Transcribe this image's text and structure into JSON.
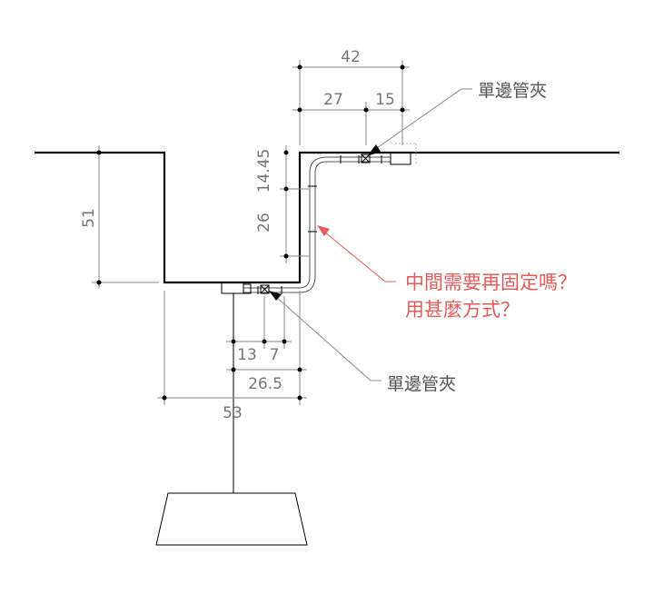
{
  "dimensions": {
    "top_total": "42",
    "top_left": "27",
    "top_right": "15",
    "left_depth": "51",
    "vert_upper": "14.45",
    "vert_lower": "26",
    "bottom_a": "13",
    "bottom_b": "7",
    "bottom_mid": "26.5",
    "bottom_total": "53"
  },
  "labels": {
    "clamp_top": "單邊管夾",
    "clamp_bottom": "單邊管夾",
    "question_line1": "中間需要再固定嗎？",
    "question_line2": "用甚麼方式？"
  },
  "colors": {
    "outline": "#000000",
    "dimension": "#8a8a8a",
    "annotation": "#e85a5a"
  }
}
